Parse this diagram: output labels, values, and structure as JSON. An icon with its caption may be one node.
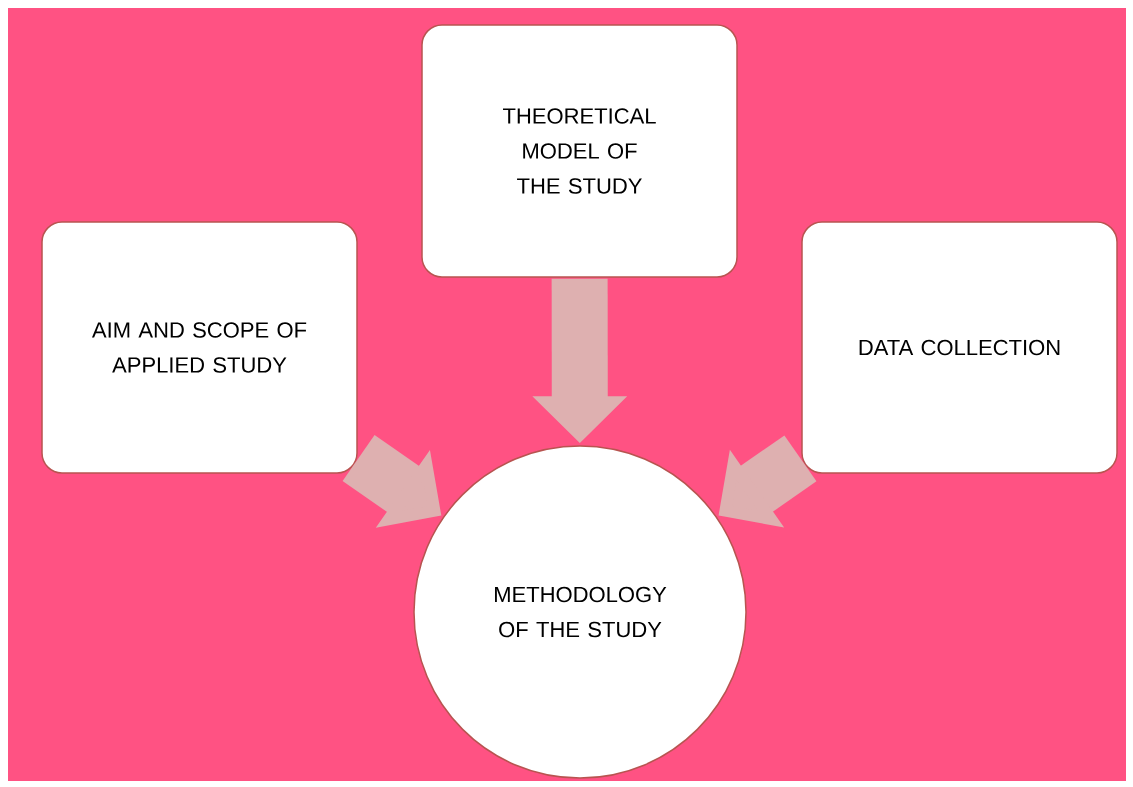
{
  "diagram": {
    "nodes": [
      {
        "text": [
          "THEORETICAL MODEL OF THE STUDY"
        ]
      },
      {
        "text": [
          "AIM AND SCOPE OF APPLIED STUDY"
        ]
      },
      {
        "text": [
          "DATA COLLECTION"
        ]
      },
      {
        "text": [
          "METHODOLOGY OF THE STUDY"
        ]
      }
    ],
    "edges": [
      {
        "from": 0,
        "to": 3,
        "arrow": "to"
      },
      {
        "from": 1,
        "to": 3,
        "arrow": "to"
      },
      {
        "from": 2,
        "to": 3,
        "arrow": "to"
      }
    ]
  }
}
